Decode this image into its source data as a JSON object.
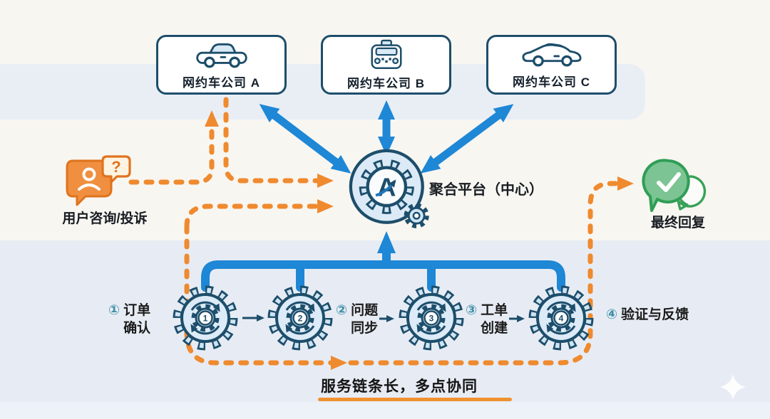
{
  "companies": [
    {
      "label": "网约车公司 A",
      "icon": "sedan-car-icon"
    },
    {
      "label": "网约车公司 B",
      "icon": "taxi-car-icon"
    },
    {
      "label": "网约车公司 C",
      "icon": "sports-car-icon"
    }
  ],
  "platform": {
    "label": "聚合平台（中心）",
    "icon": "aggregator-gear-a-icon"
  },
  "user_input": {
    "label": "用户咨询/投诉",
    "icon": "user-chat-question-icon"
  },
  "final_reply": {
    "label": "最终回复",
    "icon": "check-chat-bubble-icon"
  },
  "steps": [
    {
      "badge": "①",
      "gear_number": "1",
      "lines": [
        "订单",
        "确认"
      ]
    },
    {
      "badge": "②",
      "gear_number": "2",
      "lines": [
        "问题",
        "同步"
      ]
    },
    {
      "badge": "③",
      "gear_number": "3",
      "lines": [
        "工单",
        "创建"
      ]
    },
    {
      "badge": "④",
      "gear_number": "4",
      "lines": [
        "验证与反馈"
      ]
    }
  ],
  "caption": "服务链条长，多点协同",
  "colors": {
    "navy_outline": "#1d4e6b",
    "blue_arrow": "#1e87d6",
    "orange_dashed": "#ef8a2f",
    "teal_badge": "#3f8fa8",
    "green_reply": "#2f9e55",
    "gear_fill": "#dcebf7",
    "band_blue": "#e8edf4",
    "underline_orange": "#f09130"
  }
}
